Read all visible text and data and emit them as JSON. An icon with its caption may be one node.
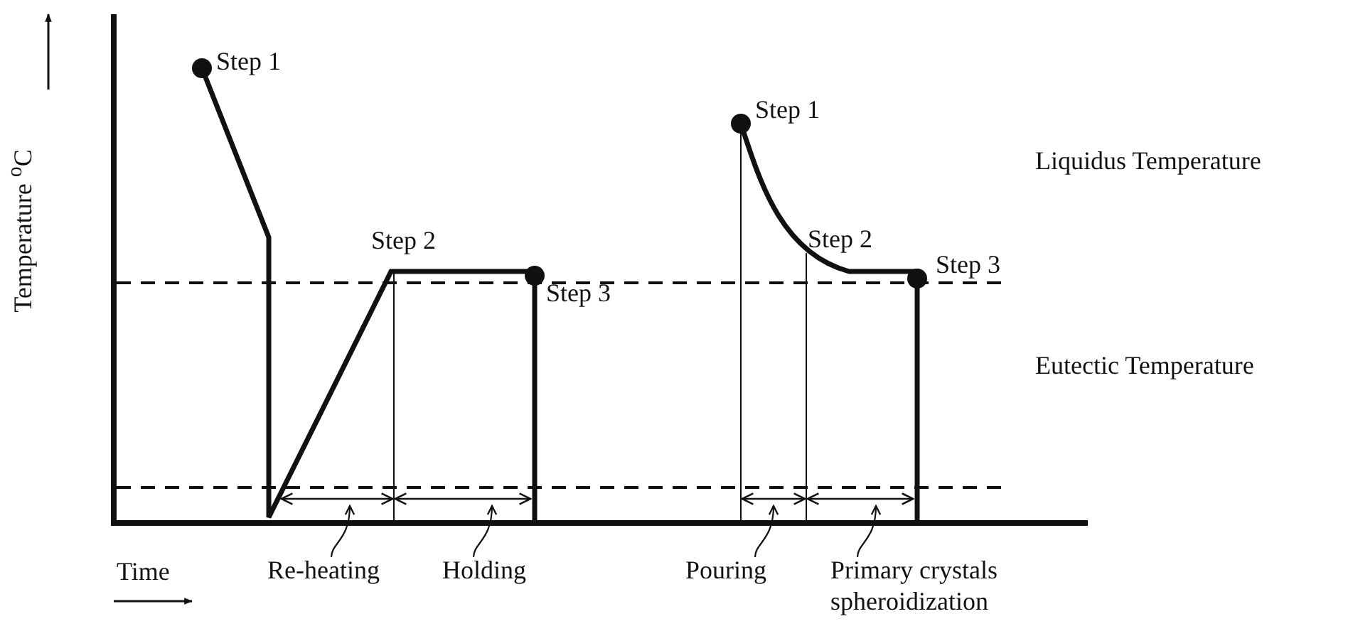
{
  "diagram": {
    "nodes": [
      {
        "text": [
          "Re-heating"
        ]
      },
      {
        "text": [
          "Holding"
        ]
      },
      {
        "text": [
          "Pouring"
        ]
      },
      {
        "text": [
          "Primary crystals spheroidization"
        ]
      }
    ],
    "edges": [
      {
        "from": 0,
        "to": null,
        "arrow": "to"
      },
      {
        "from": 1,
        "to": null,
        "arrow": "to"
      },
      {
        "from": 2,
        "to": null,
        "arrow": "to"
      },
      {
        "from": 3,
        "to": null,
        "arrow": "to"
      }
    ],
    "labels": [
      "Temperature $^{o}$C",
      "Step 1",
      "Step 1",
      "Liquidus Temperature",
      "Step 2",
      "Step 2",
      "Step 3",
      "Step 3",
      "Eutectic Temperature",
      "Time"
    ]
  }
}
